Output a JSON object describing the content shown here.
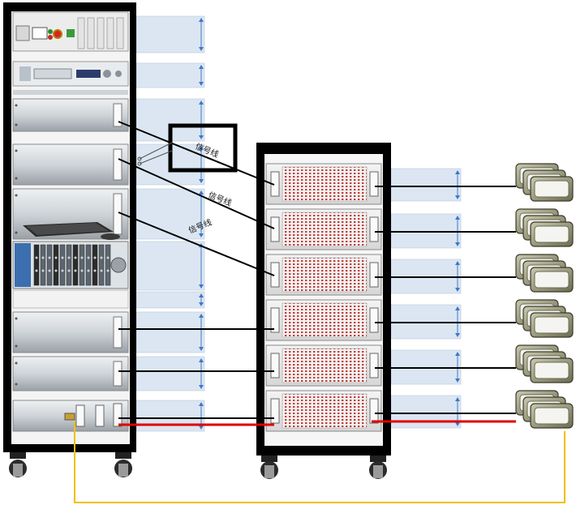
{
  "labels": {
    "signal_line_1": "信号线",
    "signal_line_2": "信号线",
    "signal_line_3": "信号线"
  },
  "colors": {
    "rack_frame": "#000000",
    "signal_line": "#000000",
    "power_line": "#e00000",
    "ground_line": "#f0c000",
    "dimension_band": "#dbe6f2",
    "dimension_arrow": "#3f78c8",
    "callout_box": "#000000"
  },
  "icons": {
    "left_rack_top_panel": "control-panel-icon",
    "left_rack_power_supply": "power-supply-icon",
    "keyboard": "keyboard-icon",
    "pxi_chassis": "pxi-chassis-icon",
    "load_module": "load-module-icon",
    "caster": "caster-wheel-icon"
  },
  "counts": {
    "right_rack_units": 6,
    "load_groups": 6
  }
}
